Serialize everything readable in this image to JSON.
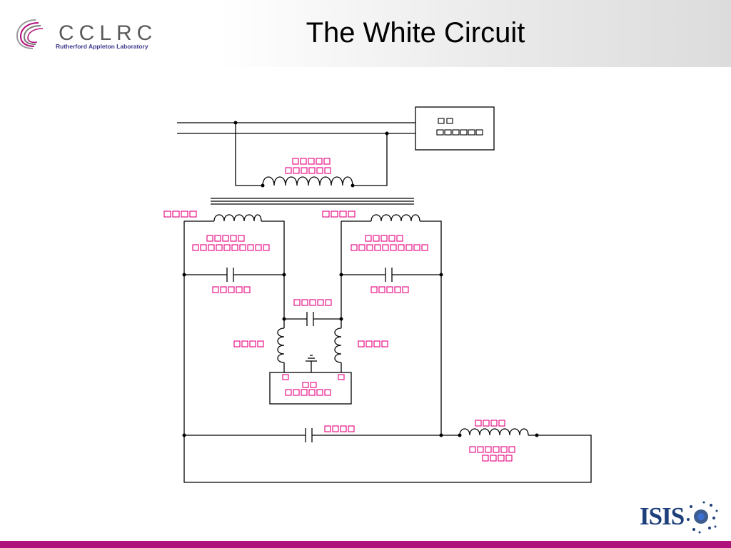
{
  "header": {
    "logo_name": "CCLRC",
    "logo_subtitle": "Rutherford Appleton Laboratory",
    "title": "The White Circuit"
  },
  "footer": {
    "logo_text": "ISIS"
  },
  "diagram": {
    "wire_color": "#000000",
    "label_color": "#e6007e"
  },
  "colors": {
    "footer_bar": "#b0127c",
    "logo_text": "#5a5a5a",
    "logo_subtitle": "#3a3a8c",
    "isis_blue": "#1d3f7a"
  }
}
